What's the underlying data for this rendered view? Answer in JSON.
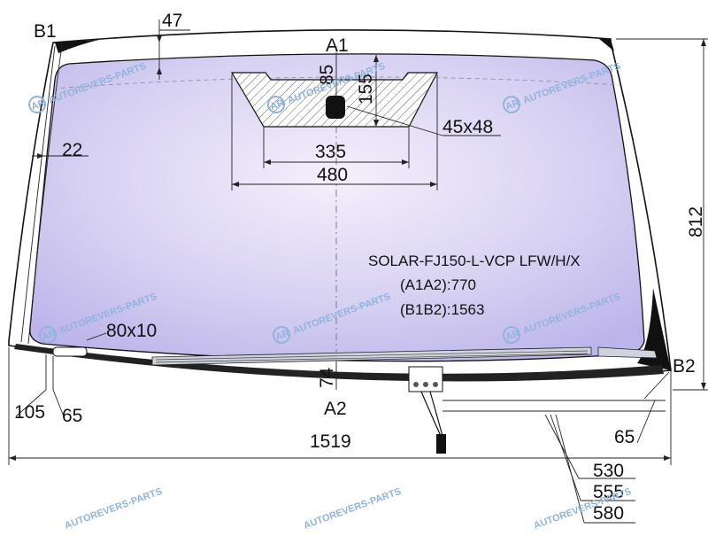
{
  "labels": {
    "b1": "B1",
    "b2": "B2",
    "a1": "A1",
    "a2": "A2"
  },
  "dimensions": {
    "d47": "47",
    "d85": "85",
    "d155": "155",
    "d45x48": "45x48",
    "d335": "335",
    "d480": "480",
    "d22": "22",
    "d812": "812",
    "d80x10": "80x10",
    "d74": "74",
    "d105": "105",
    "d65_left": "65",
    "d1519": "1519",
    "d65_right": "65",
    "d530": "530",
    "d555": "555",
    "d580": "580"
  },
  "info": {
    "part_code": "SOLAR-FJ150-L-VCP LFW/H/X",
    "a1a2": "(A1A2):770",
    "b1b2": "(B1B2):1563"
  },
  "watermark": {
    "text": "AUTOREVERS-PARTS",
    "logo": "AR"
  },
  "colors": {
    "glass_top": "#c5c3ef",
    "glass_bottom": "#bcb6ea",
    "frit": "#000000",
    "watermark": "#8fb4dd"
  }
}
